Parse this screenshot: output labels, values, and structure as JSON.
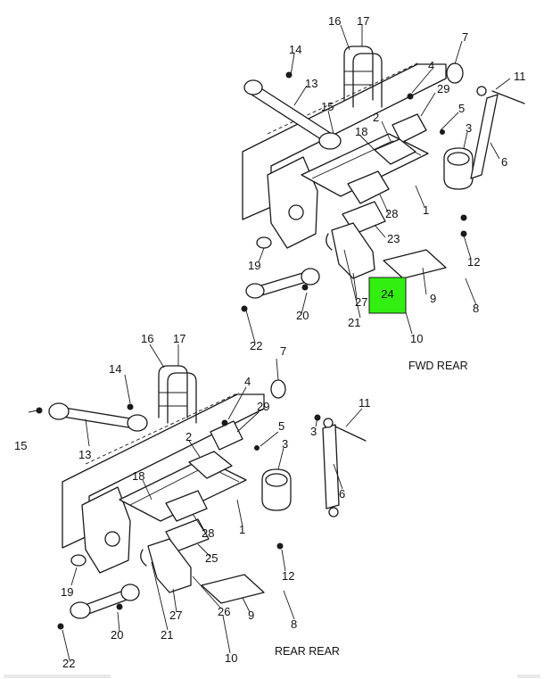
{
  "captions": {
    "top": "FWD REAR",
    "bottom": "REAR REAR"
  },
  "highlight": {
    "label": "24",
    "color": "#33ee11"
  },
  "top_labels": {
    "l16": "16",
    "l17": "17",
    "l14": "14",
    "l7": "7",
    "l11": "11",
    "l4": "4",
    "l13": "13",
    "l29": "29",
    "l15": "15",
    "l5": "5",
    "l2": "2",
    "l18": "18",
    "l3": "3",
    "l6": "6",
    "l28": "28",
    "l1": "1",
    "l23": "23",
    "l19": "19",
    "l12": "12",
    "l27": "27",
    "l9": "9",
    "l8": "8",
    "l20": "20",
    "l21": "21",
    "l10": "10",
    "l22": "22"
  },
  "bottom_labels": {
    "l16": "16",
    "l17": "17",
    "l7": "7",
    "l14": "14",
    "l4": "4",
    "l29": "29",
    "l11": "11",
    "l15": "15",
    "l3": "3",
    "l5": "5",
    "l13": "13",
    "l2": "2",
    "l18": "18",
    "l6": "6",
    "l28": "28",
    "l1": "1",
    "l25": "25",
    "l12": "12",
    "l19": "19",
    "l27": "27",
    "l26": "26",
    "l9": "9",
    "l8": "8",
    "l20": "20",
    "l21": "21",
    "l10": "10",
    "l22": "22"
  }
}
